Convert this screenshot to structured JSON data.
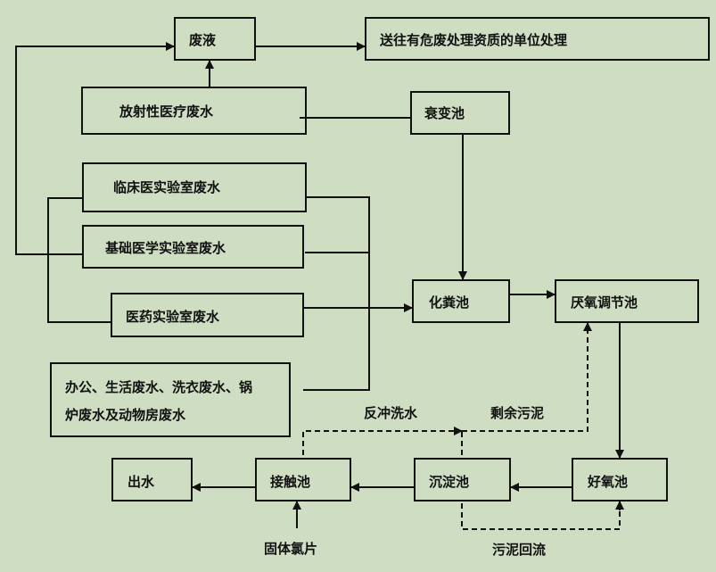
{
  "nodes": {
    "waste_liquid": "废液",
    "qualified_unit": "送往有危废处理资质的单位处理",
    "radioactive": "放射性医疗废水",
    "decay_tank": "衰变池",
    "clinical_lab": "临床医实验室废水",
    "basic_lab": "基础医学实验室废水",
    "pharma_lab": "医药实验室废水",
    "office_line1": "办公、生活废水、洗衣废水、锅",
    "office_line2": "炉废水及动物房废水",
    "septic_tank": "化粪池",
    "anaerobic_tank": "厌氧调节池",
    "aerobic_tank": "好氧池",
    "sedimentation_tank": "沉淀池",
    "contact_tank": "接触池",
    "effluent": "出水"
  },
  "edge_labels": {
    "backwash": "反冲洗水",
    "excess_sludge": "剩余污泥",
    "sludge_return": "污泥回流",
    "chlorine_tablets": "固体氯片"
  },
  "colors": {
    "background": "#cfdec3",
    "line": "#111111"
  }
}
